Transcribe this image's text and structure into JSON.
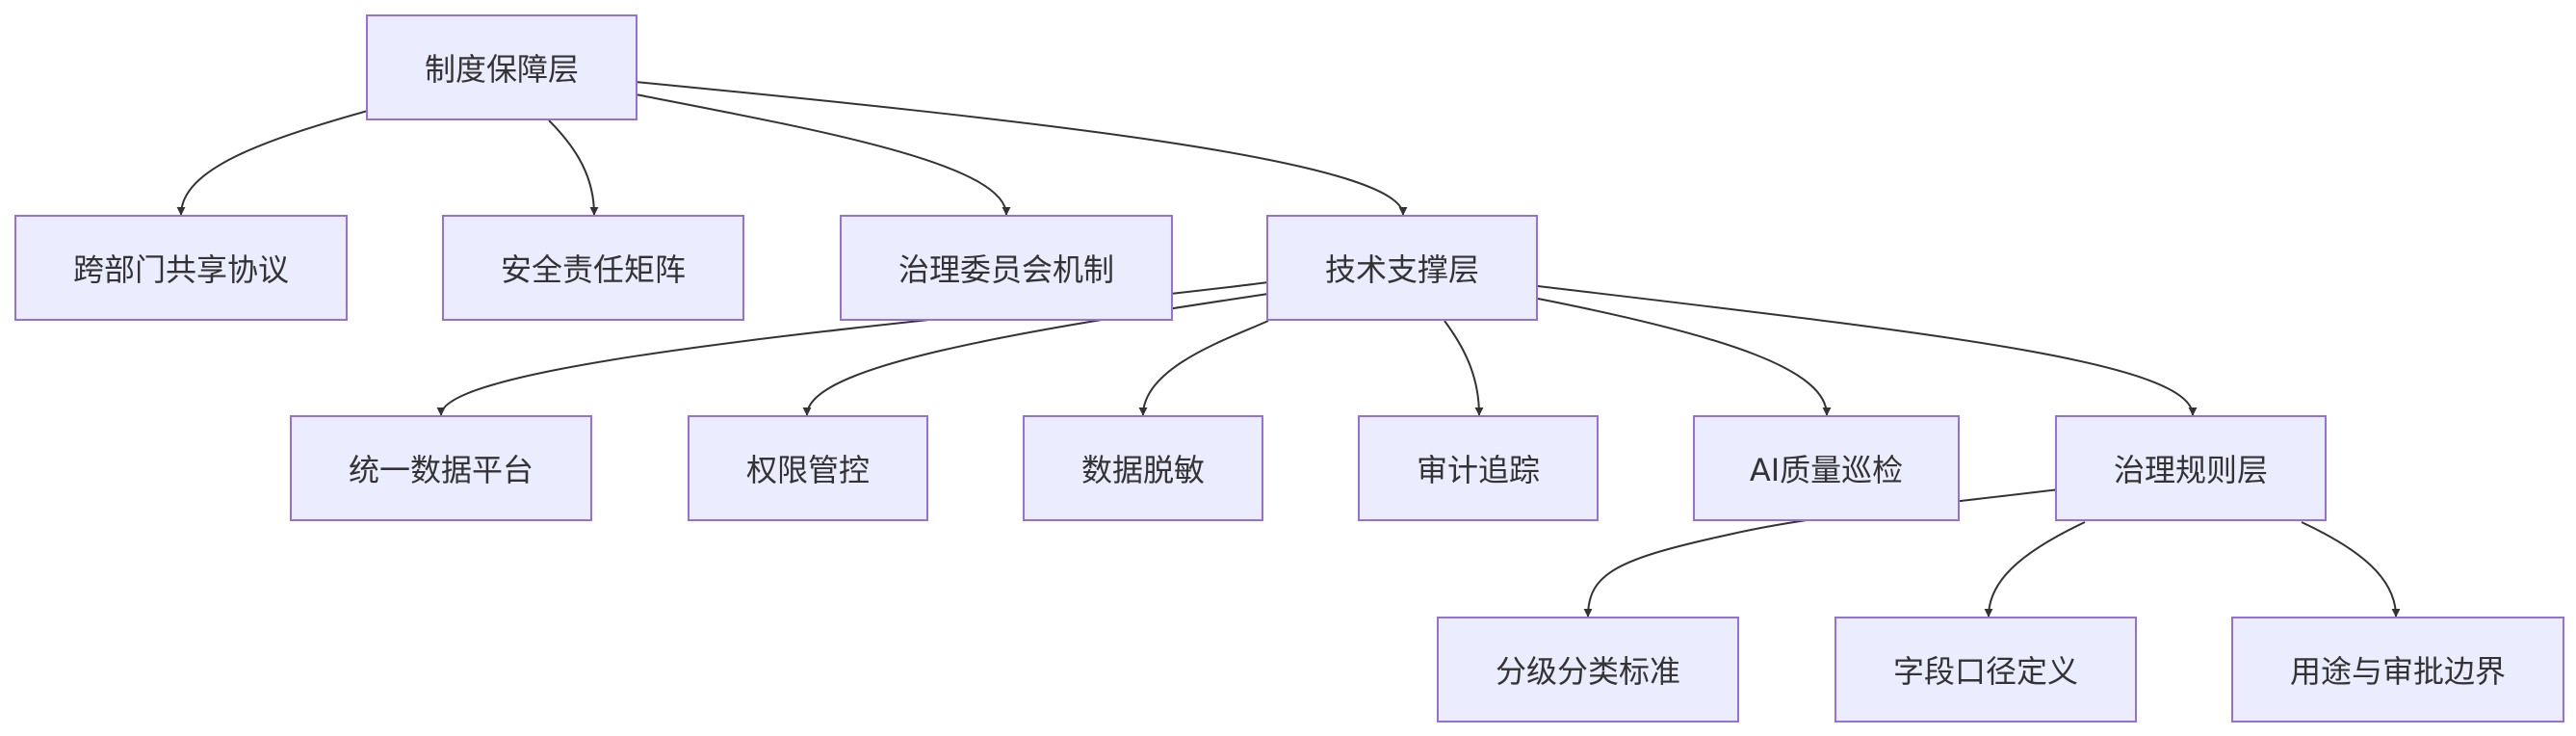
{
  "diagram": {
    "type": "flowchart",
    "colors": {
      "node_fill": "#ececff",
      "node_border": "#9370db",
      "edge": "#333333",
      "text": "#333333"
    },
    "nodes": {
      "institution": "制度保障层",
      "sharing": "跨部门共享协议",
      "security": "安全责任矩阵",
      "committee": "治理委员会机制",
      "tech": "技术支撑层",
      "platform": "统一数据平台",
      "permission": "权限管控",
      "masking": "数据脱敏",
      "audit": "审计追踪",
      "ai_check": "AI质量巡检",
      "rules": "治理规则层",
      "classification": "分级分类标准",
      "field_def": "字段口径定义",
      "approval": "用途与审批边界"
    },
    "edges": [
      [
        "institution",
        "sharing"
      ],
      [
        "institution",
        "security"
      ],
      [
        "institution",
        "committee"
      ],
      [
        "institution",
        "tech"
      ],
      [
        "tech",
        "platform"
      ],
      [
        "tech",
        "permission"
      ],
      [
        "tech",
        "masking"
      ],
      [
        "tech",
        "audit"
      ],
      [
        "tech",
        "ai_check"
      ],
      [
        "tech",
        "rules"
      ],
      [
        "rules",
        "classification"
      ],
      [
        "rules",
        "field_def"
      ],
      [
        "rules",
        "approval"
      ]
    ]
  }
}
